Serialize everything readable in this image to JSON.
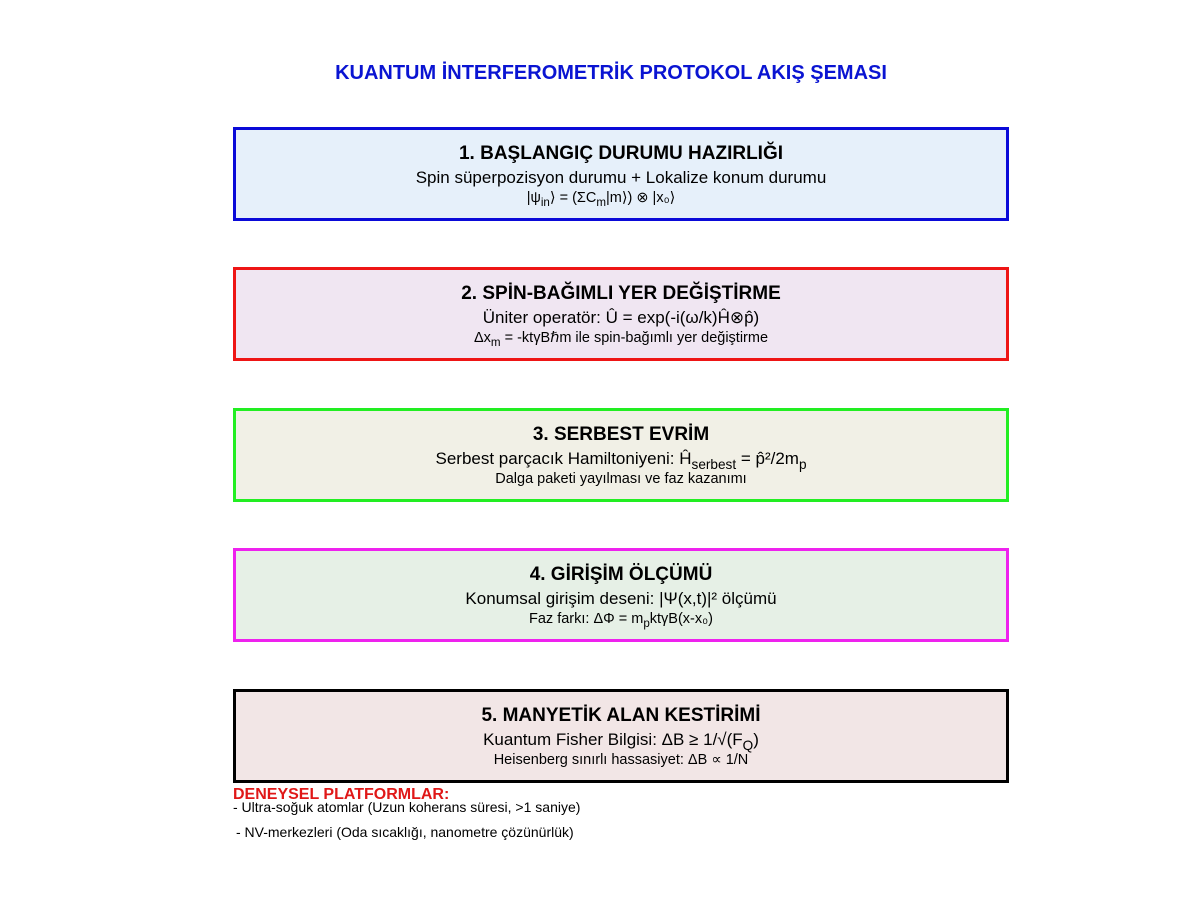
{
  "title": "KUANTUM İNTERFEROMETRİK PROTOKOL AKIŞ ŞEMASI",
  "steps": [
    {
      "heading": "1. BAŞLANGIÇ DURUMU HAZIRLIĞI",
      "line1": "Spin süperpozisyon durumu + Lokalize konum durumu",
      "line2": {
        "a": "|ψ",
        "sub1": "in",
        "b": "⟩ = (ΣC",
        "sub2": "m",
        "c": "|m⟩) ⊗ |x₀⟩"
      },
      "border": "#0a0ad8",
      "fill": "#e6f0fa"
    },
    {
      "heading": "2. SPİN-BAĞIMLI YER DEĞİŞTİRME",
      "line1": "Üniter operatör: Û = exp(-i(ω/k)Ĥ⊗p̂)",
      "line2": {
        "a": "Δx",
        "sub1": "m",
        "b": " = -ktγBℏm ile spin-bağımlı yer değiştirme"
      },
      "border": "#ee1515",
      "fill": "#f0e6f2"
    },
    {
      "heading": "3. SERBEST EVRİM",
      "line1": {
        "a": "Serbest parçacık Hamiltoniyeni: Ĥ",
        "sub1": "serbest",
        "b": " = p̂²/2m",
        "sub2": "p"
      },
      "line2": "Dalga paketi yayılması ve faz kazanımı",
      "border": "#22ee22",
      "fill": "#f1f0e6"
    },
    {
      "heading": "4. GİRİŞİM ÖLÇÜMÜ",
      "line1": "Konumsal girişim deseni: |Ψ(x,t)|² ölçümü",
      "line2": {
        "a": "Faz farkı: ΔΦ = m",
        "sub1": "p",
        "b": "ktγB(x-x₀)"
      },
      "border": "#ee22ee",
      "fill": "#e6f0e6"
    },
    {
      "heading": "5. MANYETİK ALAN KESTİRİMİ",
      "line1": {
        "a": "Kuantum Fisher Bilgisi: ΔB ≥ 1/√(F",
        "sub1": "Q",
        "b": ")"
      },
      "line2": "Heisenberg sınırlı hassasiyet: ΔB ∝ 1/N",
      "border": "#000000",
      "fill": "#f2e6e6"
    }
  ],
  "platforms": {
    "heading": "DENEYSEL PLATFORMLAR:",
    "items": [
      "- Ultra-soğuk atomlar (Uzun koherans süresi, >1 saniye)",
      "- NV-merkezleri (Oda sıcaklığı, nanometre çözünürlük)"
    ]
  }
}
